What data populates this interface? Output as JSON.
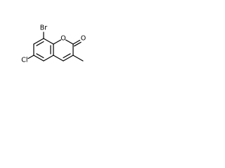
{
  "molecule": {
    "atoms": {
      "bromine": "Br",
      "chlorine": "Cl",
      "ring_oxygen": "O",
      "carbonyl_oxygen": "O"
    }
  }
}
